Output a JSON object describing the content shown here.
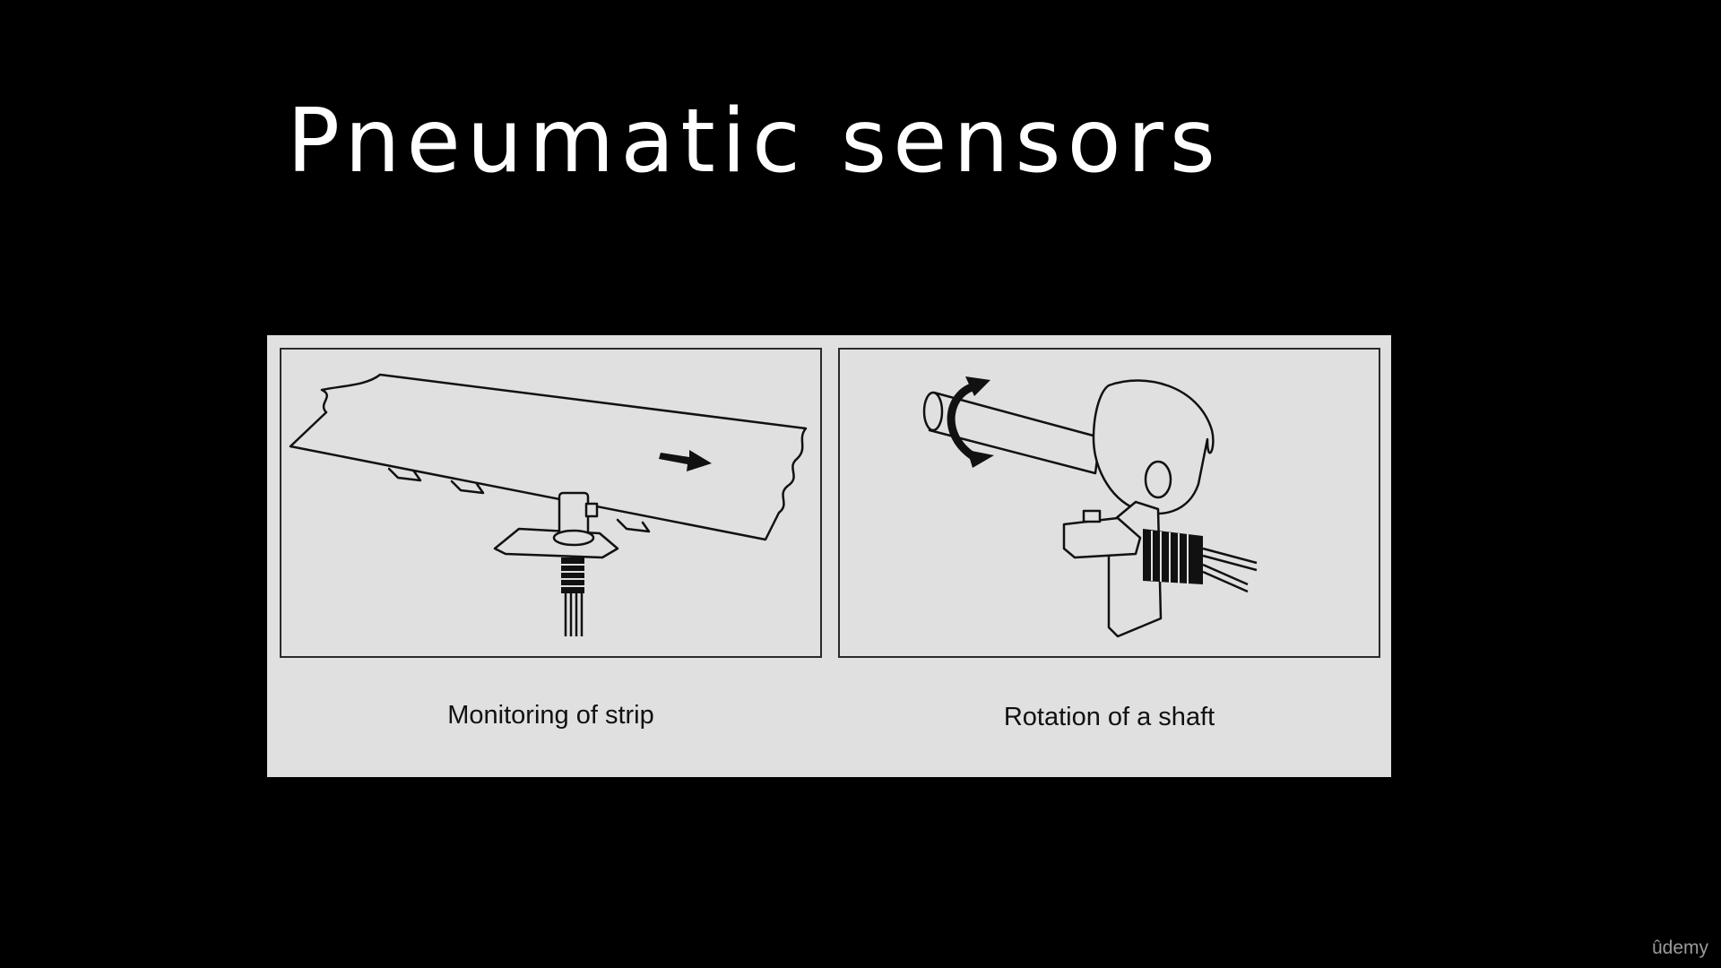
{
  "slide": {
    "title": "Pneumatic sensors"
  },
  "figure": {
    "left_panel": {
      "caption": "Monitoring of strip",
      "illustration": "strip-monitoring-sensor"
    },
    "right_panel": {
      "caption": "Rotation of a shaft",
      "illustration": "shaft-rotation-sensor"
    }
  },
  "watermark": {
    "text": "ûdemy"
  },
  "colors": {
    "background": "#000000",
    "title": "#ffffff",
    "figure_background": "#e0e0e0",
    "line_art": "#111111"
  }
}
